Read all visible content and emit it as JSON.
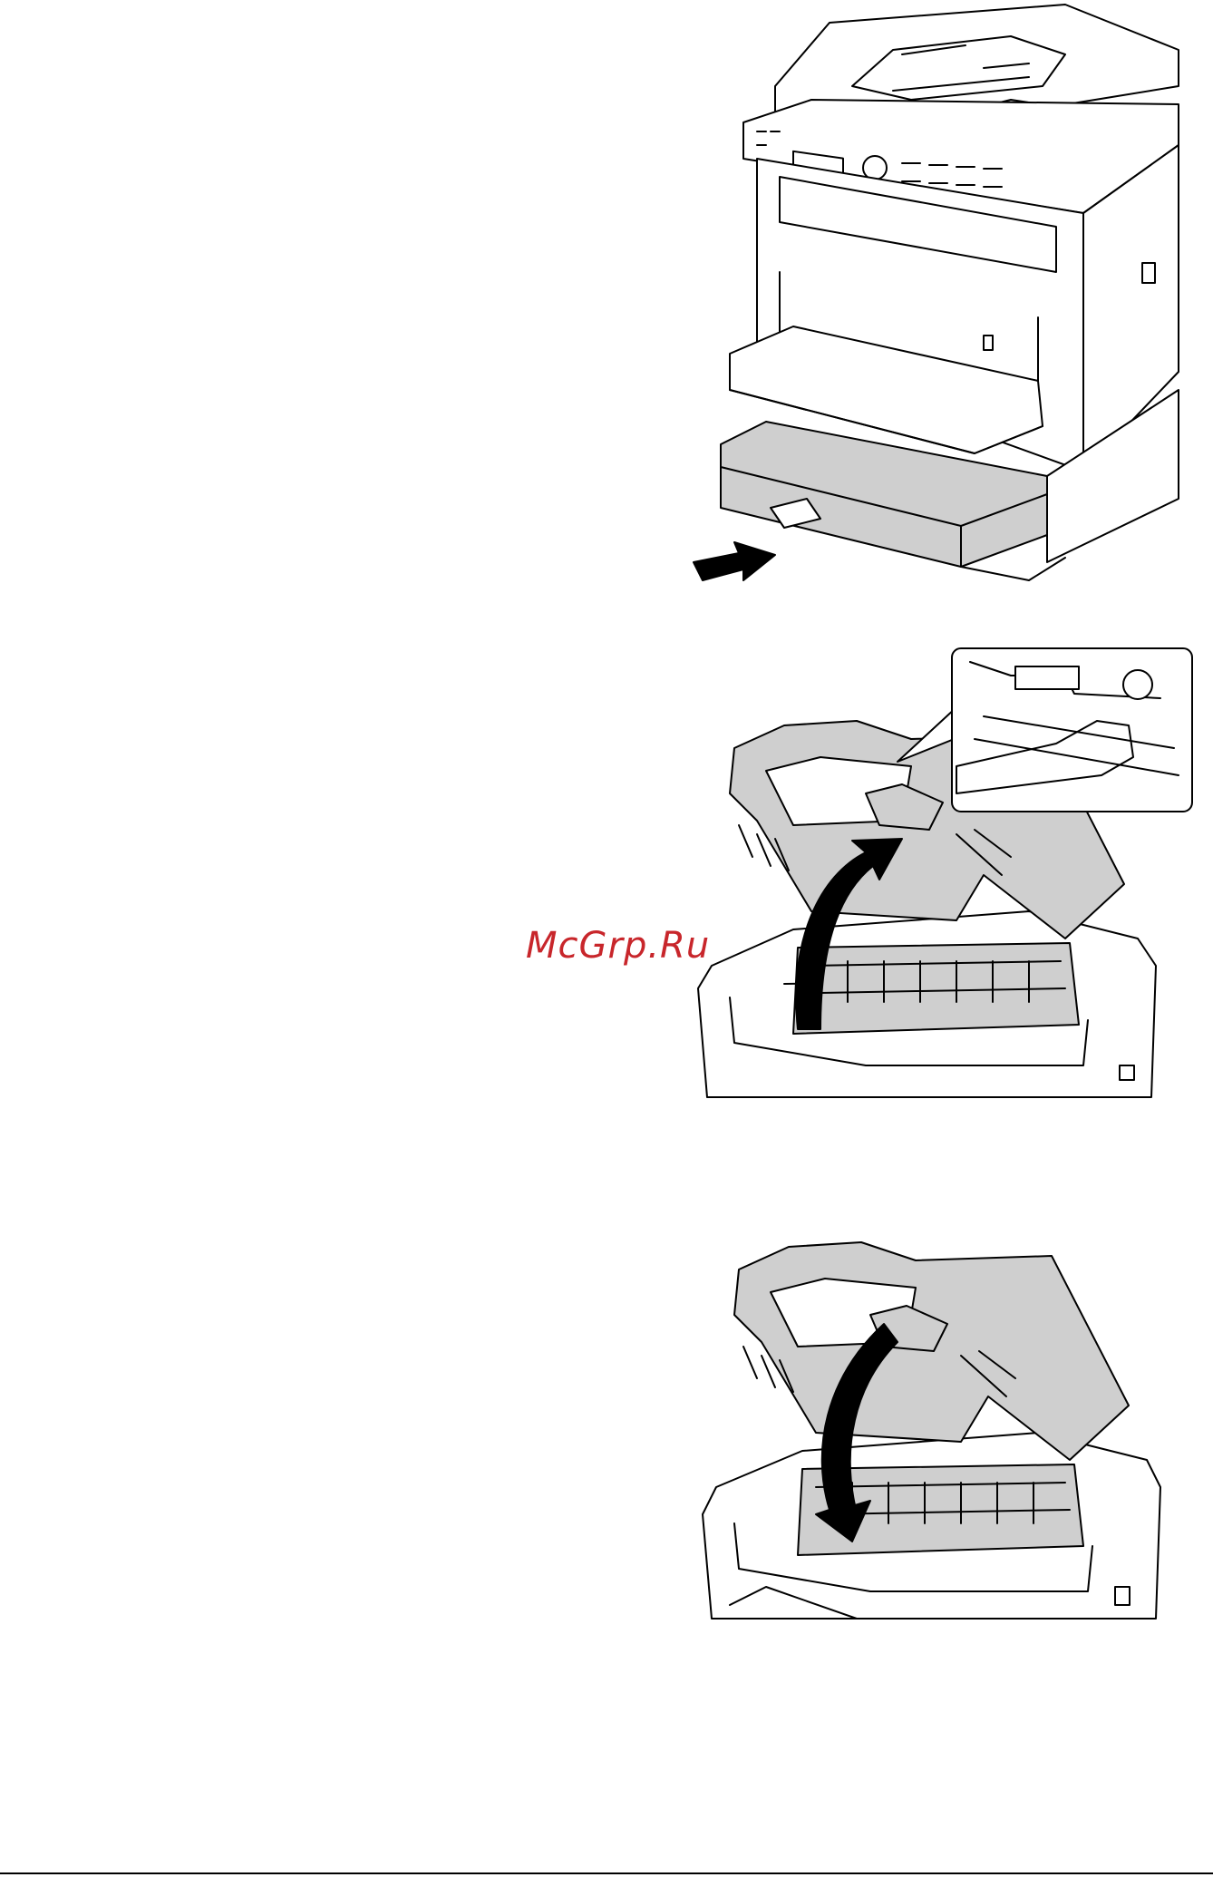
{
  "watermark": {
    "text": "McGrp.Ru",
    "color": "#c8262b"
  },
  "figures": [
    {
      "icon": "printer-tray-insert-illustration"
    },
    {
      "icon": "printer-lid-open-illustration"
    },
    {
      "icon": "printer-lid-close-illustration"
    }
  ],
  "colors": {
    "line": "#000000",
    "shade": "#cfcfcf",
    "paper": "#ffffff"
  }
}
